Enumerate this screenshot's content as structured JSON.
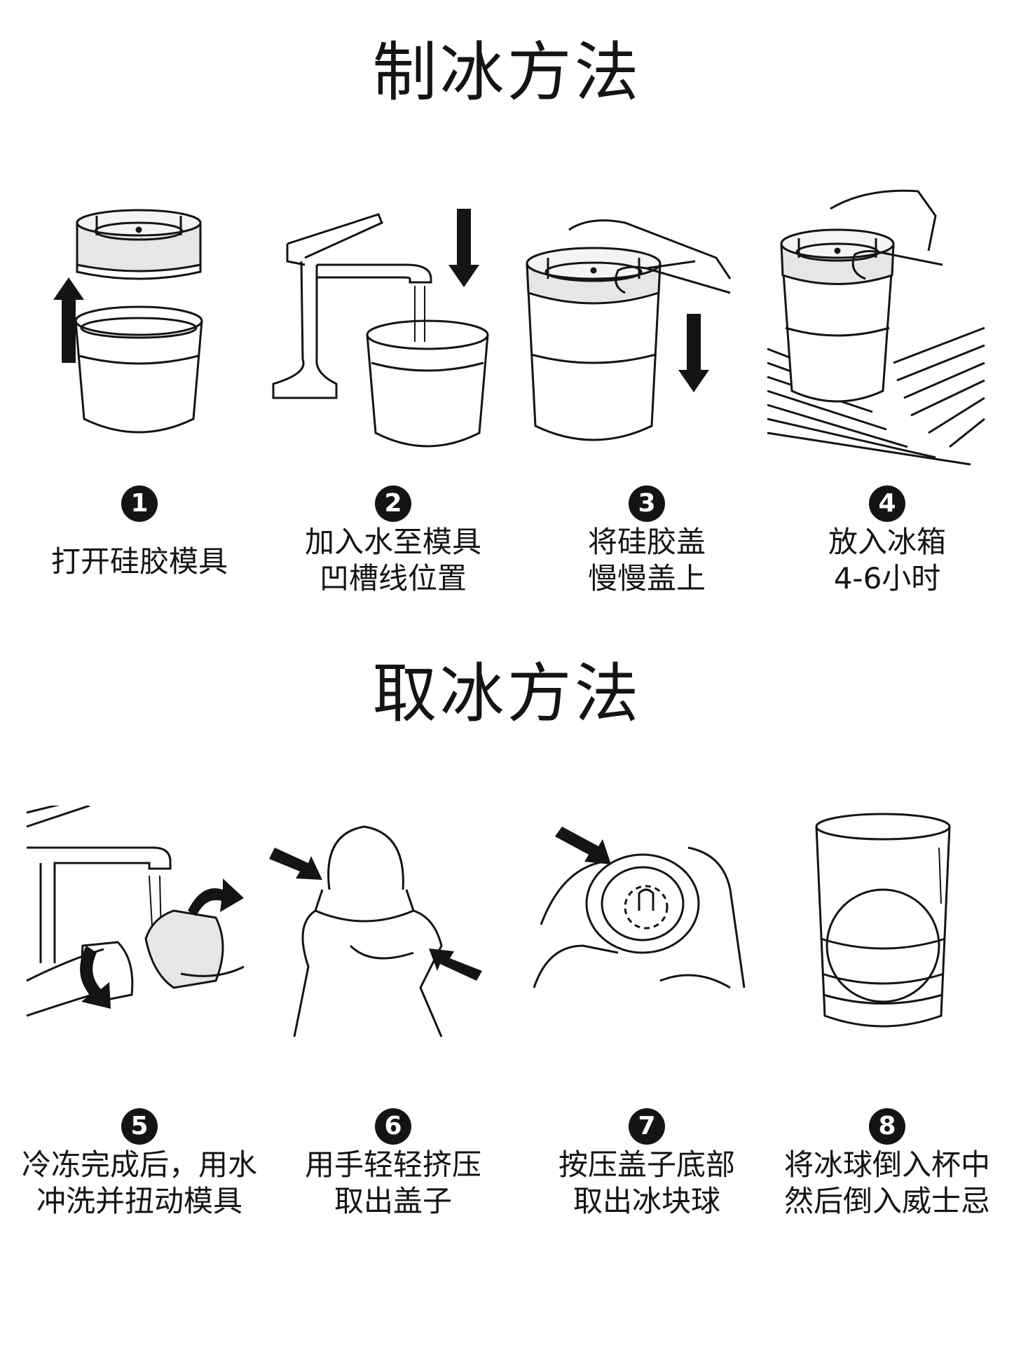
{
  "sections": [
    {
      "title": "制冰方法",
      "steps": [
        {
          "number": "1",
          "lines": [
            "打开硅胶模具"
          ]
        },
        {
          "number": "2",
          "lines": [
            "加入水至模具",
            "凹槽线位置"
          ]
        },
        {
          "number": "3",
          "lines": [
            "将硅胶盖",
            "慢慢盖上"
          ]
        },
        {
          "number": "4",
          "lines": [
            "放入冰箱",
            "4-6小时"
          ]
        }
      ]
    },
    {
      "title": "取冰方法",
      "steps": [
        {
          "number": "5",
          "lines": [
            "冷冻完成后，用水",
            "冲洗并扭动模具"
          ]
        },
        {
          "number": "6",
          "lines": [
            "用手轻轻挤压",
            "取出盖子"
          ]
        },
        {
          "number": "7",
          "lines": [
            "按压盖子底部",
            "取出冰块球"
          ]
        },
        {
          "number": "8",
          "lines": [
            "将冰球倒入杯中",
            "然后倒入威士忌"
          ]
        }
      ]
    }
  ],
  "colors": {
    "ink": "#141414",
    "silicone": "#e6e6e6",
    "background": "#ffffff"
  }
}
